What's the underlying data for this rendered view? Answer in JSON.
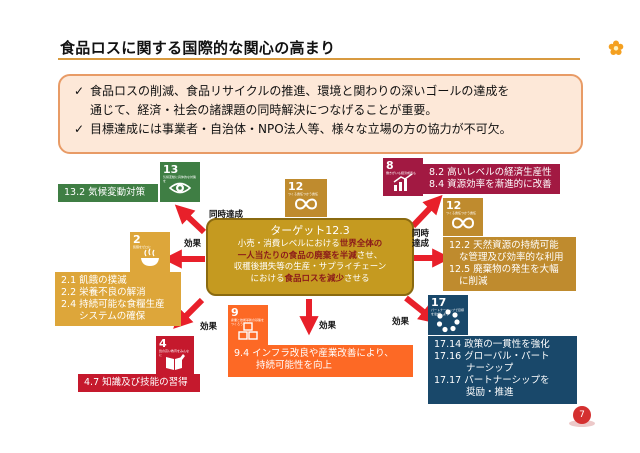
{
  "page": {
    "title": "食品ロスに関する国際的な関心の高まり",
    "page_number": "7"
  },
  "summary": {
    "bullets": [
      "目標達成には事業者・自治体・NPO法人等、様々な立場の方の協力が不可欠。"
    ],
    "bullet1_line1": "食品ロスの削減、食品リサイクルの推進、環境と関わりの深いゴールの達成を",
    "bullet1_line2": "通じて、経済・社会の諸課題の同時解決につなげることが重要。",
    "check_glyph": "✓"
  },
  "target": {
    "heading": "ターゲット12.3",
    "line1_pre": "小売・消費レベルにおける",
    "line1_em": "世界全体の",
    "line2_em": "一人当たりの食品の廃棄を半減",
    "line2_post": "させ、",
    "line3": "収穫後損失等の生産・サプライチェーン",
    "line4_pre": "における",
    "line4_em": "食品ロスを減少",
    "line4_post": "させる"
  },
  "goals": {
    "g13": {
      "number": "13",
      "caption": "気候変動に具体的な対策を",
      "color": "#3f7e44",
      "icon": "eye-globe-icon",
      "labels": [
        "13.2 気候変動対策"
      ]
    },
    "g8": {
      "number": "8",
      "caption": "働きがいも経済成長も",
      "color": "#a21942",
      "icon": "growth-chart-icon",
      "labels": [
        "8.2 高いレベルの経済生産性",
        "8.4 資源効率を漸進的に改善"
      ]
    },
    "g12a": {
      "number": "12",
      "caption": "つくる責任つかう責任",
      "color": "#bf8b2e",
      "icon": "infinity-icon"
    },
    "g12b": {
      "number": "12",
      "caption": "つくる責任つかう責任",
      "color": "#bf8b2e",
      "icon": "infinity-icon",
      "labels": [
        "12.2 天然資源の持続可能",
        "な管理及び効率的な利用",
        "12.5 廃棄物の発生を大幅",
        "に削減"
      ]
    },
    "g2": {
      "number": "2",
      "caption": "飢餓をゼロに",
      "color": "#dda63a",
      "icon": "bowl-icon",
      "labels": [
        "2.1 飢餓の撲滅",
        "2.2 栄養不良の解消",
        "2.4 持続可能な食糧生産",
        "システムの確保"
      ]
    },
    "g9": {
      "number": "9",
      "caption": "産業と技術革新の基盤をつくろう",
      "color": "#fd6925",
      "icon": "cubes-icon",
      "labels": [
        "9.4 インフラ改良や産業改善により、",
        "持続可能性を向上"
      ]
    },
    "g4": {
      "number": "4",
      "caption": "質の高い教育をみんなに",
      "color": "#c5192d",
      "icon": "book-pencil-icon",
      "labels": [
        "4.7 知識及び技能の習得"
      ]
    },
    "g17": {
      "number": "17",
      "caption": "パートナーシップで目標を達成しよう",
      "color": "#19486a",
      "icon": "partnership-ring-icon",
      "labels": [
        "17.14 政策の一貫性を強化",
        "17.16 グローバル・パート",
        "ナーシップ",
        "17.17 パートナーシップを",
        "奨励・推進"
      ]
    }
  },
  "tags": {
    "douji_top": "同時達成",
    "douji_right_1": "同時",
    "douji_right_2": "達成",
    "kouka": "効果"
  },
  "colors": {
    "arrow": "#e8202a",
    "rule": "#d89a40",
    "summary_bg": "#fde8d8",
    "summary_border": "#e89b66",
    "target_bg": "#c59a20"
  }
}
